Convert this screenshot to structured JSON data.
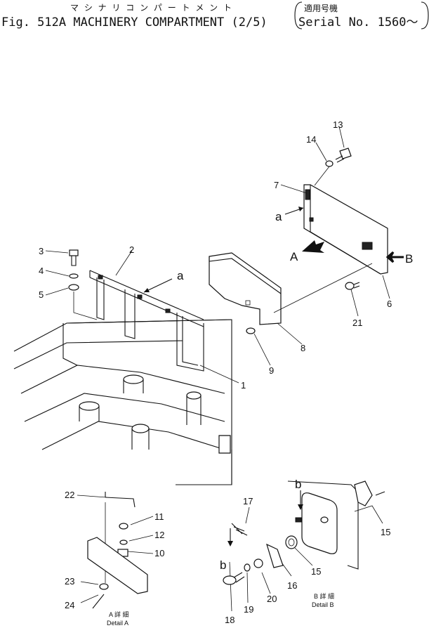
{
  "title": {
    "kana": "マ シ ナ リ コ ン パ ー ト メ ン ト",
    "main": "Fig. 512A MACHINERY COMPARTMENT (2/5)",
    "serial_jp": "適用号機",
    "serial_en": "Serial No. 1560～"
  },
  "callouts": {
    "c1": "1",
    "c2": "2",
    "c3": "3",
    "c4": "4",
    "c5": "5",
    "c6": "6",
    "c7": "7",
    "c8": "8",
    "c9": "9",
    "c10": "10",
    "c11": "11",
    "c12": "12",
    "c13": "13",
    "c14": "14",
    "c15a": "15",
    "c15b": "15",
    "c16": "16",
    "c17": "17",
    "c18": "18",
    "c19": "19",
    "c20": "20",
    "c21": "21",
    "c22": "22",
    "c23": "23",
    "c24": "24"
  },
  "view_marks": {
    "a_upper": "a",
    "a_lower": "a",
    "arrow_A": "A",
    "arrow_B": "B",
    "b_left": "b",
    "b_right": "b"
  },
  "details": {
    "a_jp": "A 詳 細",
    "a_en": "Detail A",
    "b_jp": "B 詳 細",
    "b_en": "Detail B"
  }
}
